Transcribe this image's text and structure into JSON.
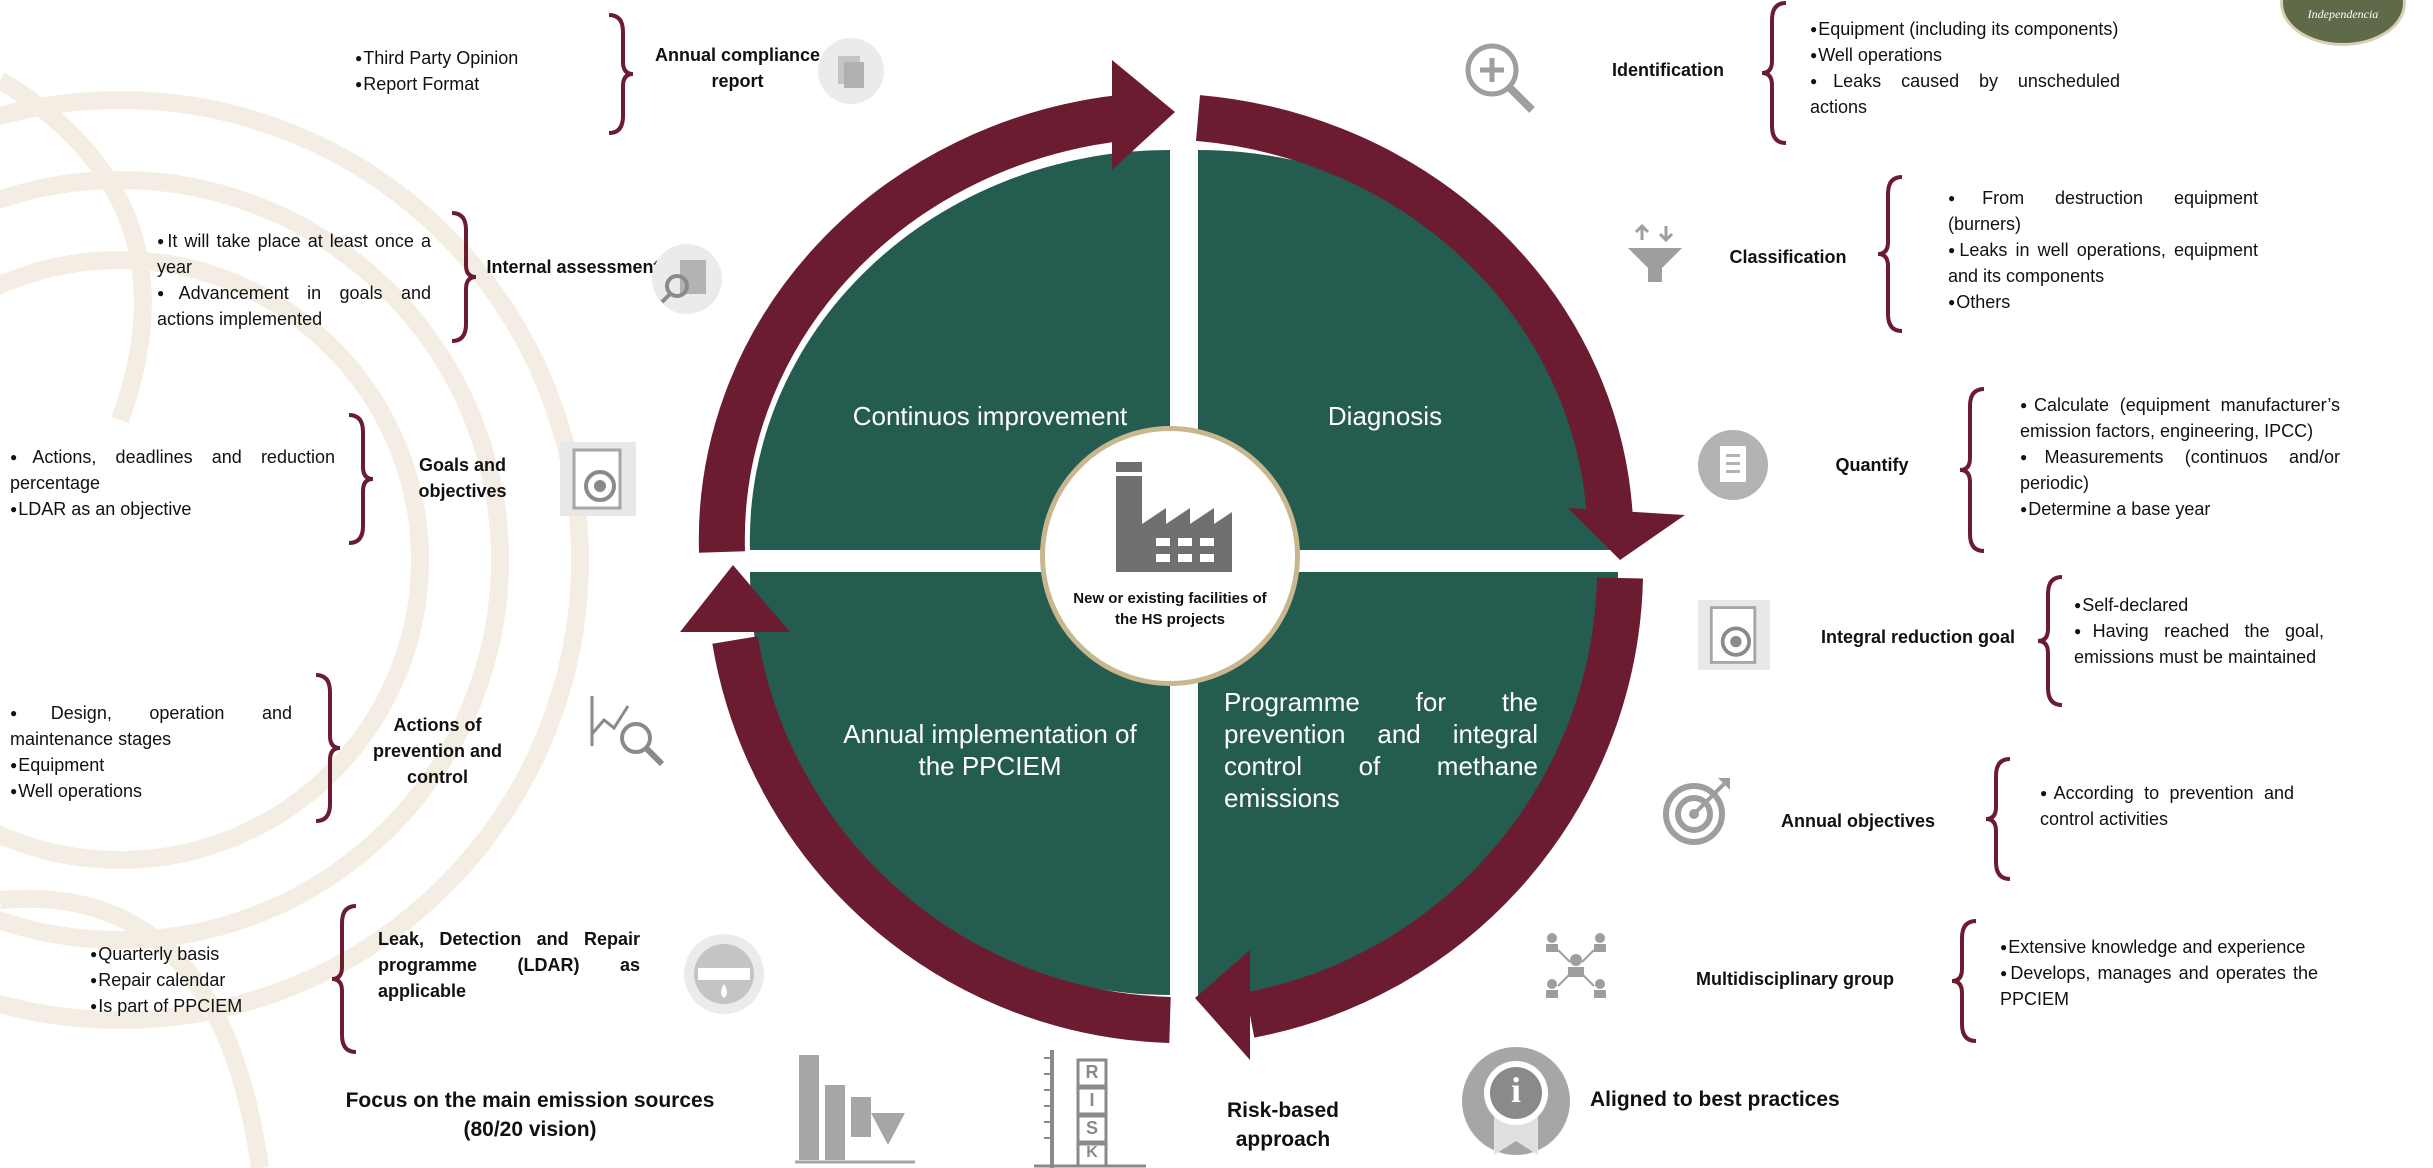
{
  "colors": {
    "green": "#255c50",
    "maroon": "#6b1c30",
    "gold": "#c8b68f",
    "icon_gray": "#9e9e9e"
  },
  "center": {
    "label": "New or existing facilities of the HS projects",
    "icon": "factory-icon"
  },
  "quadrants": {
    "top_left": "Continuos improvement",
    "top_right": "Diagnosis",
    "bottom_left": "Annual implementation of the PPCIEM",
    "bottom_right": "Programme for the prevention and integral control of methane emissions"
  },
  "left_items": [
    {
      "label": "Annual compliance report",
      "icon": "document-icon",
      "bullets": [
        "Third Party Opinion",
        "Report Format"
      ]
    },
    {
      "label": "Internal assessment",
      "icon": "assessment-icon",
      "bullets": [
        "It will take place at least once a year",
        "Advancement in goals and actions implemented"
      ]
    },
    {
      "label": "Goals and objectives",
      "icon": "goals-target-icon",
      "bullets": [
        "Actions, deadlines and reduction percentage",
        "LDAR as an objective"
      ]
    },
    {
      "label": "Actions of prevention and control",
      "icon": "chart-magnifier-icon",
      "bullets": [
        "Design, operation and maintenance stages",
        "Equipment",
        "Well operations"
      ]
    },
    {
      "label": "Leak, Detection and Repair programme (LDAR) as applicable",
      "icon": "pipe-leak-icon",
      "bullets": [
        "Quarterly basis",
        "Repair calendar",
        "Is part of PPCIEM"
      ]
    }
  ],
  "right_items": [
    {
      "label": "Identification",
      "icon": "magnifier-plus-icon",
      "bullets": [
        "Equipment (including its components)",
        "Well operations",
        "Leaks caused by unscheduled actions"
      ]
    },
    {
      "label": "Classification",
      "icon": "funnel-icon",
      "bullets": [
        "From destruction equipment (burners)",
        "Leaks in well operations, equipment and its components",
        "Others"
      ]
    },
    {
      "label": "Quantify",
      "icon": "clipboard-list-icon",
      "bullets": [
        "Calculate (equipment manufacturer’s emission factors, engineering, IPCC)",
        "Measurements (continuos and/or periodic)",
        "Determine a base year"
      ]
    },
    {
      "label": "Integral reduction goal",
      "icon": "goals-target-icon",
      "bullets": [
        "Self-declared",
        "Having reached the goal, emissions must be maintained"
      ]
    },
    {
      "label": "Annual objectives",
      "icon": "target-arrow-icon",
      "bullets": [
        "According to prevention and control activities"
      ]
    },
    {
      "label": "Multidisciplinary group",
      "icon": "people-network-icon",
      "bullets": [
        "Extensive knowledge and experience",
        "Develops, manages and operates the PPCIEM"
      ]
    }
  ],
  "bottom": {
    "focus": "Focus on the main emission sources (80/20 vision)",
    "risk": "Risk-based approach",
    "best_practices": "Aligned to best practices",
    "risk_letters": [
      "R",
      "I",
      "S",
      "K"
    ],
    "badge_letter": "i"
  },
  "logo_text": "Independencia"
}
